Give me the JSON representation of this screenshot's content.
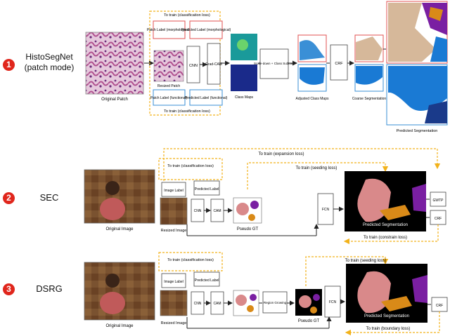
{
  "colors": {
    "accent_red": "#e0261c",
    "dash_orange": "#f2b21b",
    "dash_blue": "#3a8fd6",
    "flow_red": "#e05050",
    "tissue_pink": "#c9a0c0",
    "mask_blue": "#1a7ad4",
    "mask_purple": "#7a1fa2",
    "mask_orange": "#d98a18",
    "mask_salmon": "#d9898a",
    "mask_tan": "#d6b89a"
  },
  "histosegnet": {
    "badge": "1",
    "title_line1": "HistoSegNet",
    "title_line2": "(patch mode)",
    "original_caption": "Original Patch",
    "resized_caption": "Resized Patch",
    "train_classification_top": "To train (classification loss)",
    "train_classification_bottom": "To train (classification loss)",
    "patch_label_morph": "Patch Label (morphological)",
    "patch_label_func": "Patch Label (functional)",
    "predicted_label_morph": "Predicted Label (morphological)",
    "predicted_label_func": "Predicted Label (functional)",
    "cnn": "CNN",
    "gradcam": "Grad-CAM",
    "class_maps": "Class Maps",
    "subtract": "Scale-down + Class Subtract",
    "adjusted_maps": "Adjusted Class Maps",
    "crf": "CRF",
    "coarse_seg": "Coarse Segmentation",
    "predicted_seg": "Predicted Segmentation"
  },
  "sec": {
    "badge": "2",
    "title": "SEC",
    "original_caption": "Original Image",
    "resized_caption": "Resized Image",
    "train_expansion": "To train (expansion loss)",
    "train_classification": "To train (classification loss)",
    "train_seeding": "To train (seeding loss)",
    "image_label": "Image Label",
    "predicted_label": "Predicted Label",
    "cnn": "CNN",
    "cam": "CAM",
    "pseudo_gt": "Pseudo GT",
    "fcn": "FCN",
    "predicted_seg": "Predicted Segmentation",
    "gmp": "GWTP",
    "crf": "CRF",
    "train_constrain": "To train (constrain loss)"
  },
  "dsrg": {
    "badge": "3",
    "title": "DSRG",
    "original_caption": "Original Image",
    "resized_caption": "Resized Image",
    "train_classification": "To train (classification loss)",
    "train_seeding": "To train (seeding loss)",
    "image_label": "Image Label",
    "predicted_label": "Predicted Label",
    "cnn": "CNN",
    "cam": "CAM",
    "region_growing": "Region Growing",
    "pseudo_gt": "Pseudo GT",
    "fcn": "FCN",
    "predicted_seg": "Predicted Segmentation",
    "crf": "CRF",
    "train_boundary": "To train (boundary loss)"
  }
}
